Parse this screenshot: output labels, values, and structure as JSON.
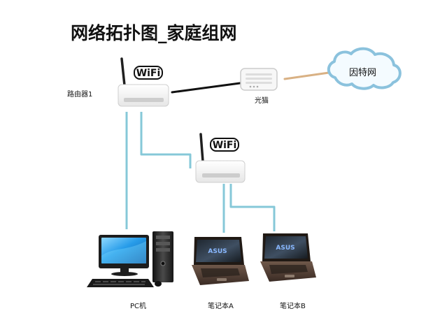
{
  "diagram": {
    "title": "网络拓扑图_家庭组网",
    "nodes": {
      "router1": {
        "label": "路由器1",
        "badge": "WiFi"
      },
      "router2": {
        "badge": "WiFi"
      },
      "modem": {
        "label": "光猫"
      },
      "internet": {
        "label": "因特网"
      },
      "pc": {
        "label": "PC机"
      },
      "laptop_a": {
        "label": "笔记本A",
        "screen_brand": "ASUS"
      },
      "laptop_b": {
        "label": "笔记本B",
        "screen_brand": "ASUS"
      }
    },
    "colors": {
      "link_blue": "#86c8d8",
      "link_black": "#111111",
      "link_fiber": "#d9b184",
      "cloud_stroke": "#8bc2dd",
      "cloud_fill": "#f4fbff",
      "device_dark": "#1f1f1f",
      "device_gray": "#6d6d6d",
      "router_body": "#f4f4f4",
      "router_edge": "#cfcfcf",
      "screen_blue": "#35a8ef",
      "laptop_bronze": "#5a4538"
    }
  }
}
